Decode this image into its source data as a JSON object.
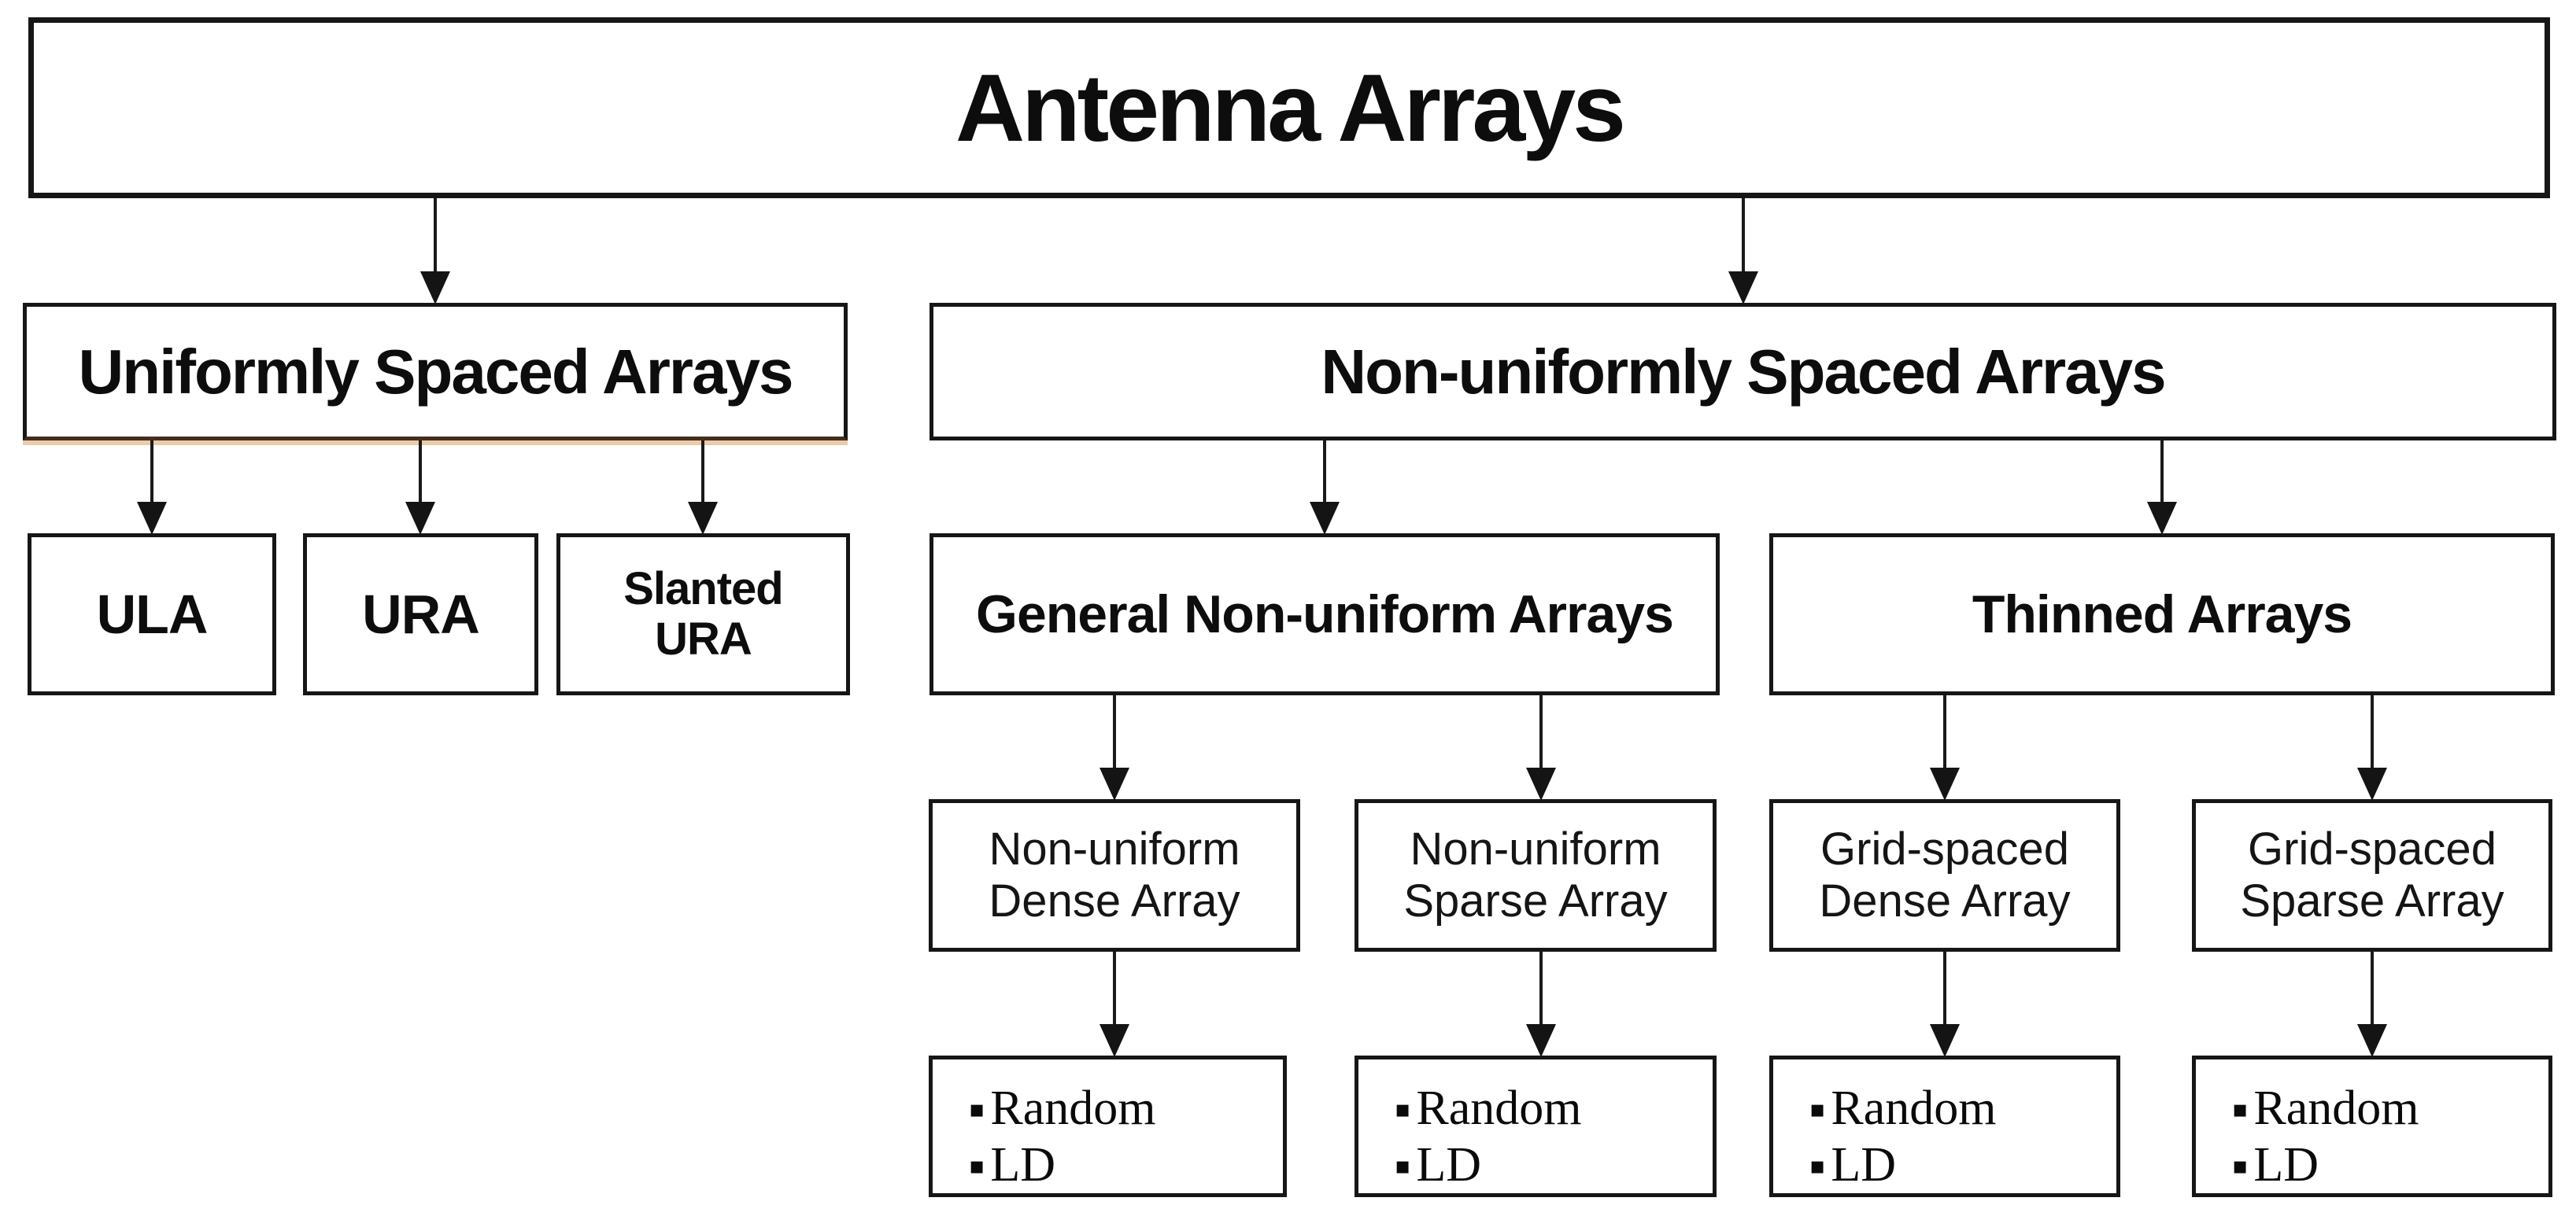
{
  "tree": {
    "root": {
      "label": "Antenna Arrays"
    },
    "branches": [
      {
        "label": "Uniformly Spaced Arrays",
        "children": [
          {
            "label": "ULA"
          },
          {
            "label": "URA"
          },
          {
            "label": "Slanted URA"
          }
        ]
      },
      {
        "label": "Non-uniformly Spaced Arrays",
        "children": [
          {
            "label": "General Non-uniform Arrays",
            "children": [
              {
                "label": "Non-uniform Dense Array",
                "items": [
                  "Random",
                  "LD"
                ]
              },
              {
                "label": "Non-uniform Sparse Array",
                "items": [
                  "Random",
                  "LD"
                ]
              }
            ]
          },
          {
            "label": "Thinned Arrays",
            "children": [
              {
                "label": "Grid-spaced Dense Array",
                "items": [
                  "Random",
                  "LD"
                ]
              },
              {
                "label": "Grid-spaced Sparse Array",
                "items": [
                  "Random",
                  "LD"
                ]
              }
            ]
          }
        ]
      }
    ],
    "bullet_marker": "▪",
    "colors": {
      "line": "#1a1a1a",
      "border": "#161616",
      "background": "#ffffff"
    }
  }
}
